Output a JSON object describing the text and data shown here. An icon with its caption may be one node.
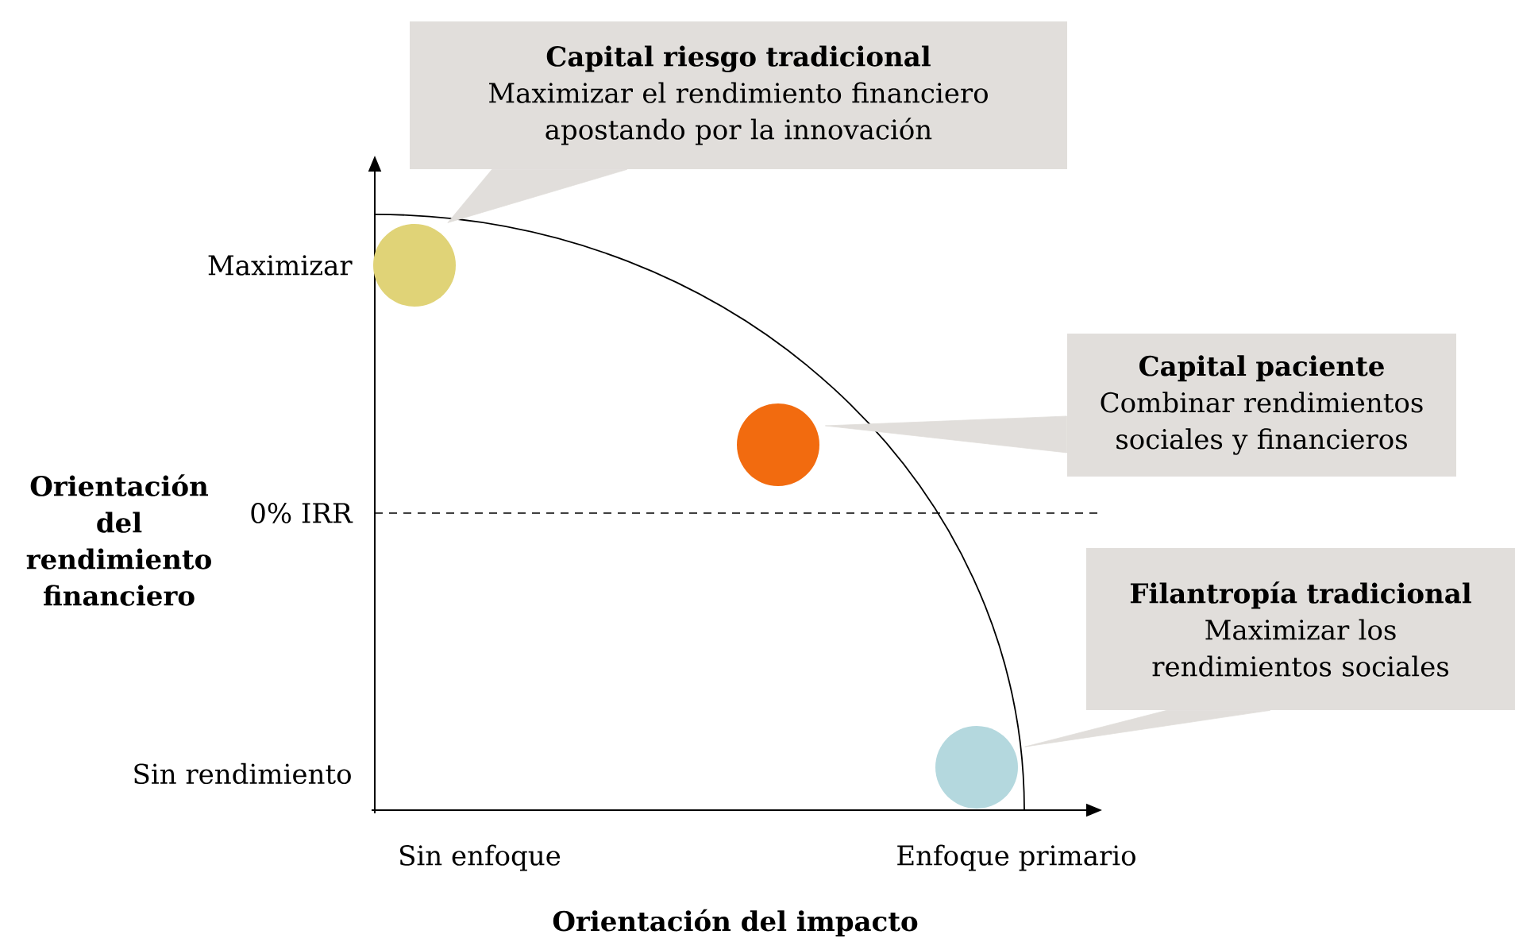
{
  "diagram": {
    "nodes": [
      {
        "text": [
          "Capital riesgo tradicional",
          "Maximizar el rendimiento financiero apostando por la innovación"
        ]
      },
      {
        "text": [],
        "shape": "circle"
      },
      {
        "text": [
          "Capital paciente",
          "Combinar rendimientos sociales y financieros"
        ]
      },
      {
        "text": [],
        "shape": "circle"
      },
      {
        "text": [
          "Filantropía tradicional",
          "Maximizar los rendimientos sociales"
        ]
      },
      {
        "text": [],
        "shape": "circle"
      }
    ],
    "edges": [
      {
        "from": 0,
        "to": 1,
        "arrow": "none"
      },
      {
        "from": 2,
        "to": 3,
        "arrow": "none"
      },
      {
        "from": 4,
        "to": 5,
        "arrow": "none"
      }
    ],
    "labels": [
      "Maximizar",
      "Orientación del rendimiento financiero",
      "0% IRR",
      "Sin rendimiento",
      "Sin enfoque",
      "Enfoque primario",
      "Orientación del impacto"
    ]
  }
}
